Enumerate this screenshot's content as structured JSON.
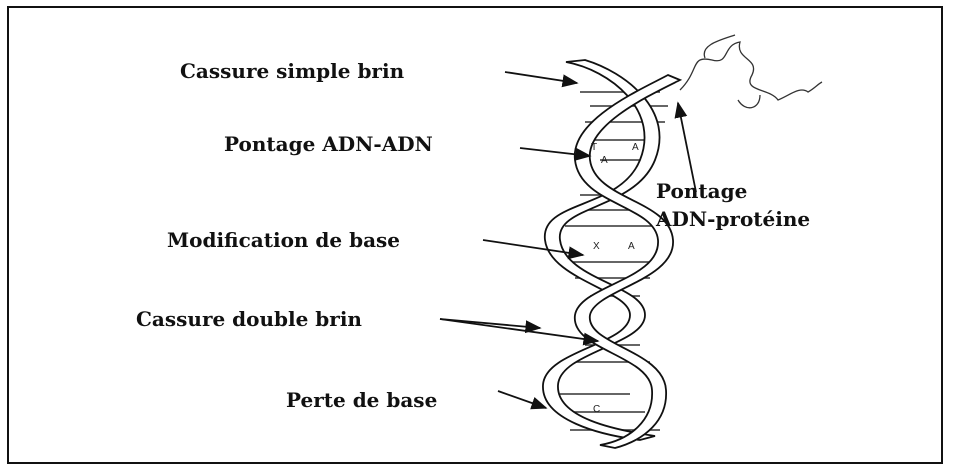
{
  "labels": {
    "single_strand_break": "Cassure simple brin",
    "dna_dna_crosslink": "Pontage ADN-ADN",
    "base_modification": "Modification de base",
    "double_strand_break": "Cassure double brin",
    "base_loss": "Perte de base",
    "dna_protein_crosslink_line1": "Pontage",
    "dna_protein_crosslink_line2": "ADN-protéine"
  },
  "base_letters": {
    "t": "T",
    "a1": "A",
    "a2": "A",
    "x": "X",
    "a3": "A",
    "c": "C"
  },
  "colors": {
    "ink": "#111111",
    "background": "#ffffff"
  }
}
